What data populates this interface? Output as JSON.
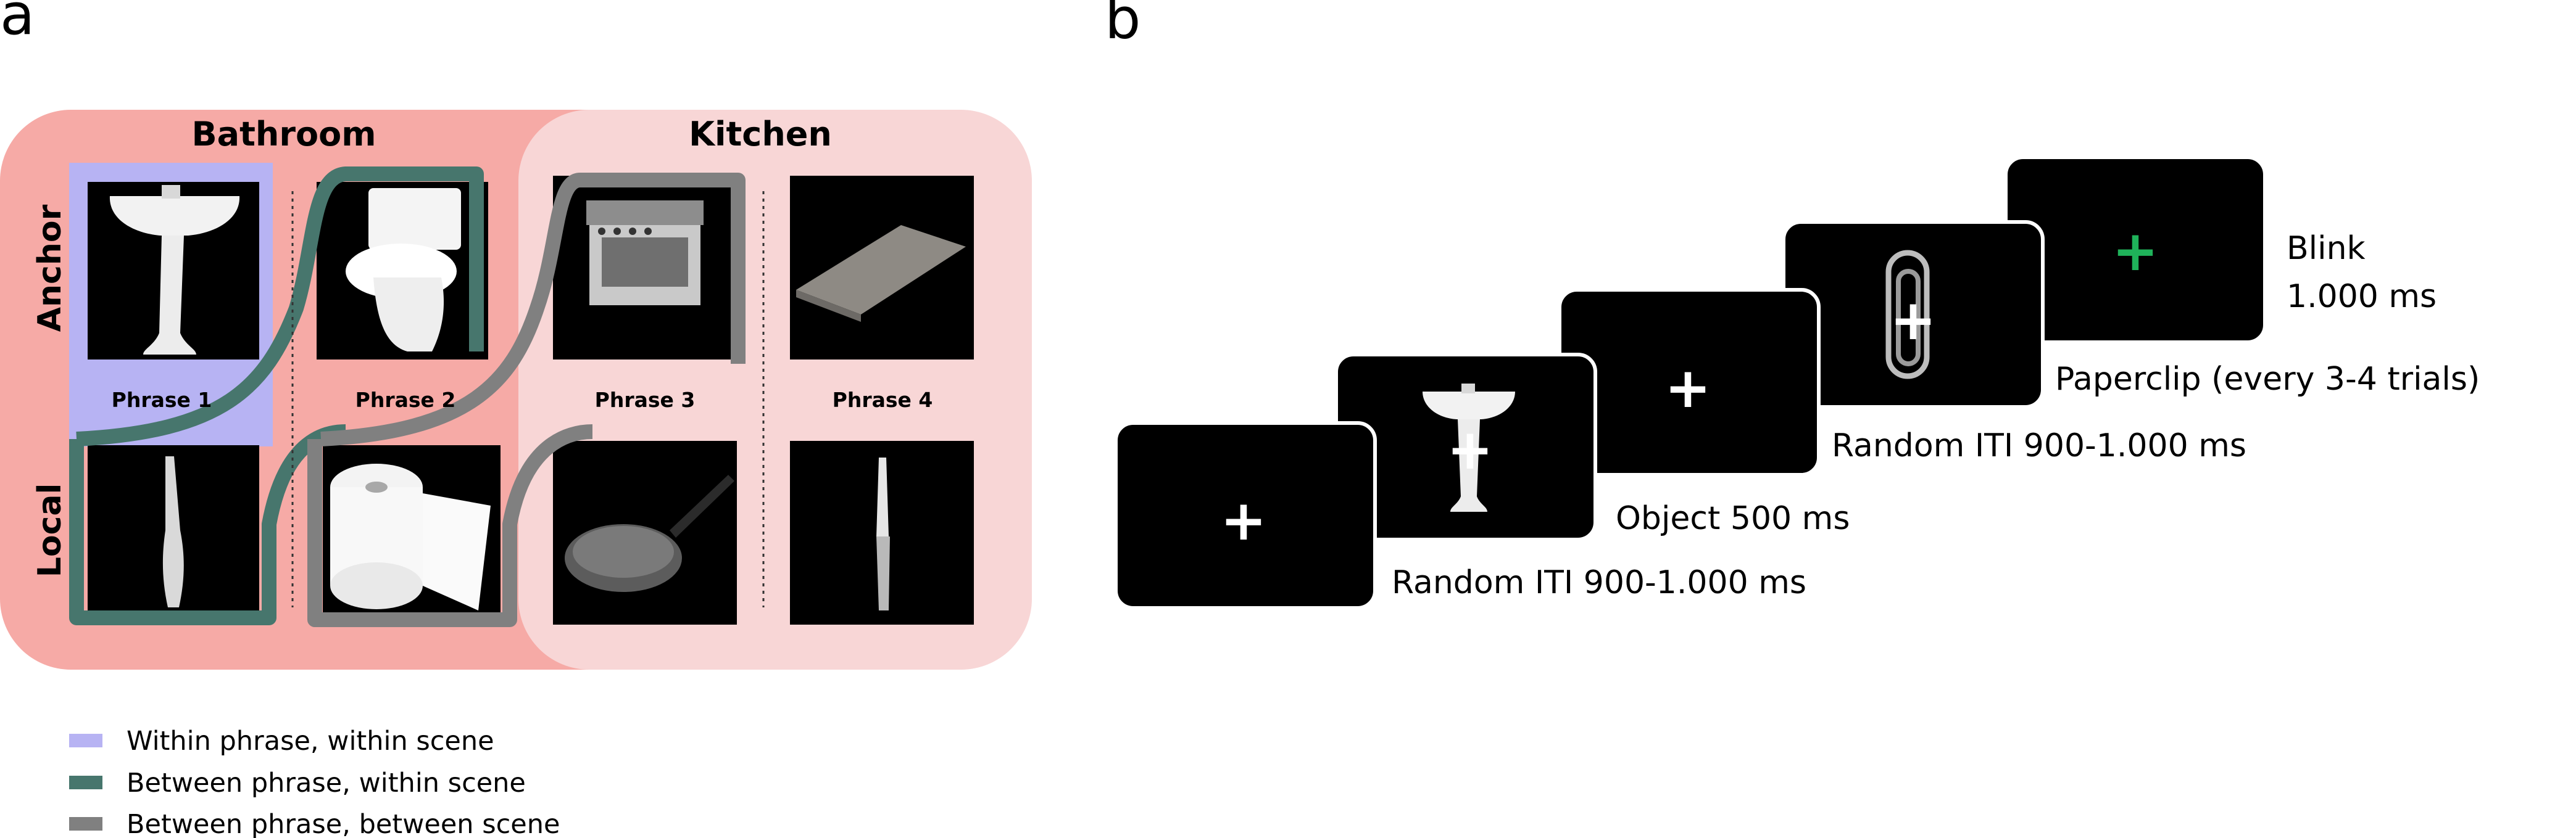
{
  "panel_a": {
    "letter": "a",
    "scenes": [
      {
        "name": "Bathroom",
        "color": "#f6aaa6"
      },
      {
        "name": "Kitchen",
        "color": "#f8d6d6"
      }
    ],
    "rows": [
      "Anchor",
      "Local"
    ],
    "phrases": [
      "Phrase 1",
      "Phrase 2",
      "Phrase 3",
      "Phrase 4"
    ],
    "objects": {
      "anchor": [
        "sink",
        "toilet",
        "stove",
        "cutting board"
      ],
      "local": [
        "toothbrush",
        "toilet paper",
        "frying pan",
        "knife"
      ]
    },
    "legend": [
      {
        "label": "Within phrase, within scene",
        "color": "#b7b3f3"
      },
      {
        "label": "Between phrase, within scene",
        "color": "#47766d"
      },
      {
        "label": "Between phrase, between scene",
        "color": "#808080"
      }
    ]
  },
  "panel_b": {
    "letter": "b",
    "screens": [
      {
        "content": "fixation",
        "symbol": "+",
        "caption": "Random ITI 900-1.000 ms"
      },
      {
        "content": "sink object",
        "symbol": "+",
        "caption": "Object 500 ms"
      },
      {
        "content": "fixation",
        "symbol": "+",
        "caption": "Random ITI 900-1.000 ms"
      },
      {
        "content": "paperclip",
        "symbol": "+",
        "caption": "Paperclip (every 3-4 trials)"
      },
      {
        "content": "green fixation",
        "symbol": "+",
        "caption_line1": "Blink",
        "caption_line2": "1.000 ms"
      }
    ],
    "colors": {
      "screen": "#000000",
      "green_fixation": "#1fb25a"
    }
  }
}
